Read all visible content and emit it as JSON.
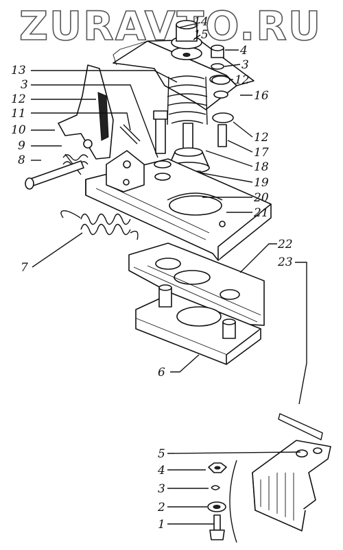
{
  "watermark": "ZURAVTO.RU",
  "callouts": [
    {
      "id": "c14",
      "text": "14"
    },
    {
      "id": "c15",
      "text": "15"
    },
    {
      "id": "c4a",
      "text": "4"
    },
    {
      "id": "c3a",
      "text": "3"
    },
    {
      "id": "c13",
      "text": "13"
    },
    {
      "id": "c12a",
      "text": "12"
    },
    {
      "id": "c3b",
      "text": "3"
    },
    {
      "id": "c16",
      "text": "16"
    },
    {
      "id": "c12b",
      "text": "12"
    },
    {
      "id": "c11",
      "text": "11"
    },
    {
      "id": "c10",
      "text": "10"
    },
    {
      "id": "c12c",
      "text": "12"
    },
    {
      "id": "c9",
      "text": "9"
    },
    {
      "id": "c17",
      "text": "17"
    },
    {
      "id": "c8",
      "text": "8"
    },
    {
      "id": "c18",
      "text": "18"
    },
    {
      "id": "c19",
      "text": "19"
    },
    {
      "id": "c20",
      "text": "20"
    },
    {
      "id": "c21",
      "text": "21"
    },
    {
      "id": "c7",
      "text": "7"
    },
    {
      "id": "c22",
      "text": "22"
    },
    {
      "id": "c23",
      "text": "23"
    },
    {
      "id": "c6",
      "text": "6"
    },
    {
      "id": "c5",
      "text": "5"
    },
    {
      "id": "c4b",
      "text": "4"
    },
    {
      "id": "c3c",
      "text": "3"
    },
    {
      "id": "c2",
      "text": "2"
    },
    {
      "id": "c1",
      "text": "1"
    }
  ]
}
